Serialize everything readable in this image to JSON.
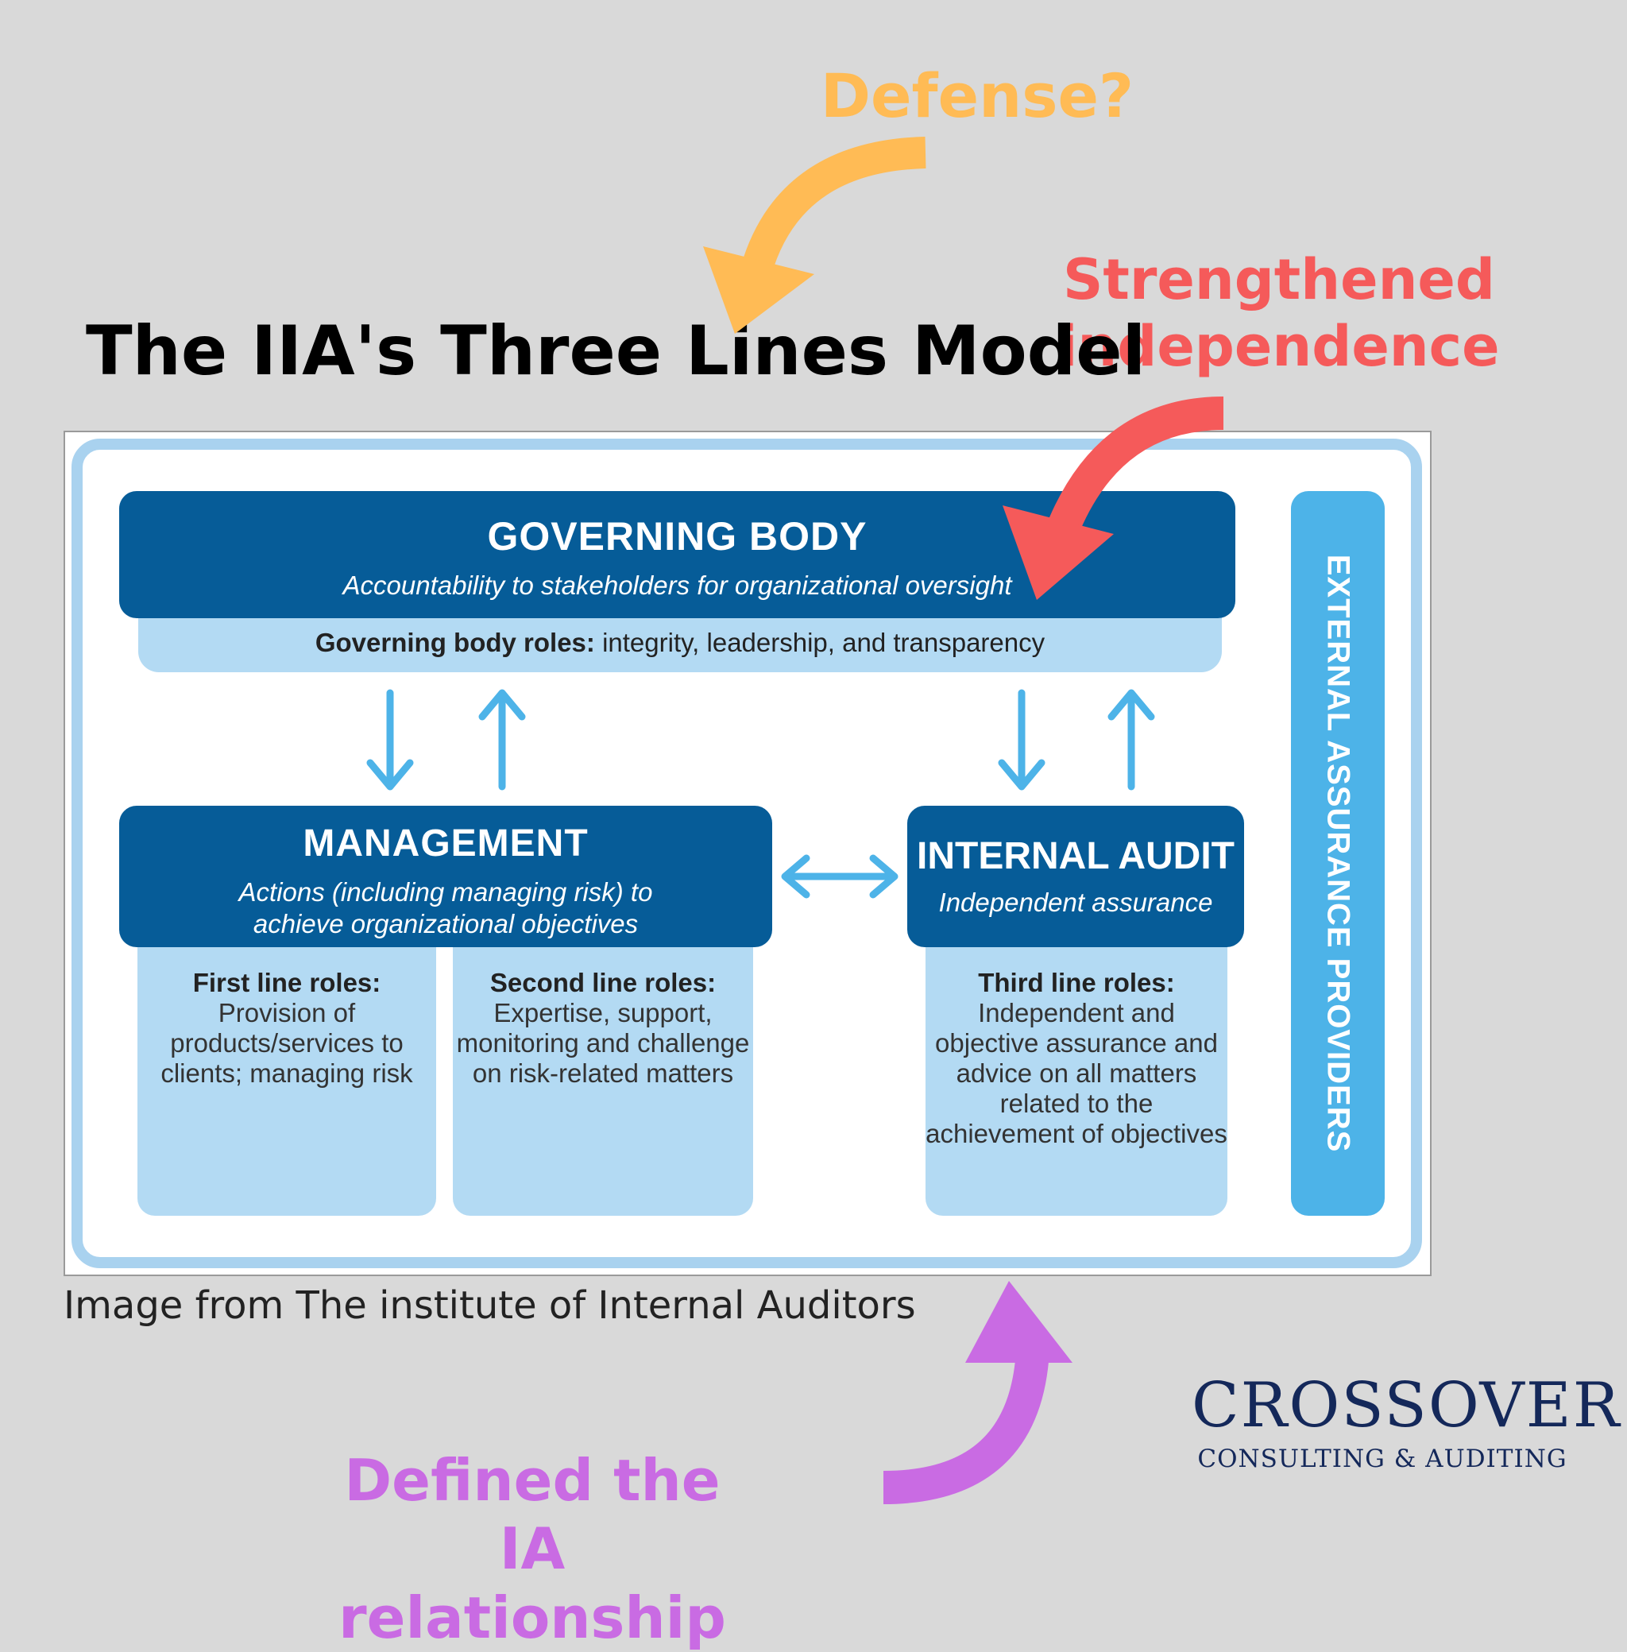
{
  "title": "The IIA's Three Lines Model",
  "annotations": {
    "defense": "Defense?",
    "independence": "Strengthened independence",
    "defined": "Defined the IA relationship"
  },
  "caption": "Image from The institute of Internal Auditors",
  "diagram": {
    "governing_body": {
      "title": "GOVERNING BODY",
      "subtitle": "Accountability to stakeholders for organizational oversight",
      "roles_label": "Governing body roles:",
      "roles_text": "integrity, leadership, and transparency"
    },
    "management": {
      "title": "MANAGEMENT",
      "subtitle": "Actions (including managing risk) to achieve organizational objectives"
    },
    "internal_audit": {
      "title": "INTERNAL AUDIT",
      "subtitle": "Independent assurance"
    },
    "first_line": {
      "label": "First line roles:",
      "text": "Provision of products/services to clients; managing risk"
    },
    "second_line": {
      "label": "Second line roles:",
      "text": "Expertise, support, monitoring and challenge on risk-related matters"
    },
    "third_line": {
      "label": "Third line roles:",
      "text": "Independent and objective assurance and advice on all matters related to the achievement of objectives"
    },
    "external": "EXTERNAL ASSURANCE PROVIDERS"
  },
  "logo": {
    "name": "CROSSOVER",
    "tagline": "CONSULTING & AUDITING"
  },
  "colors": {
    "dark_blue": "#065c98",
    "light_blue": "#b3daf3",
    "accent_blue": "#4db3e8",
    "defense_orange": "#ffbb55",
    "independence_red": "#f55a5a",
    "defined_purple": "#c96be3"
  }
}
